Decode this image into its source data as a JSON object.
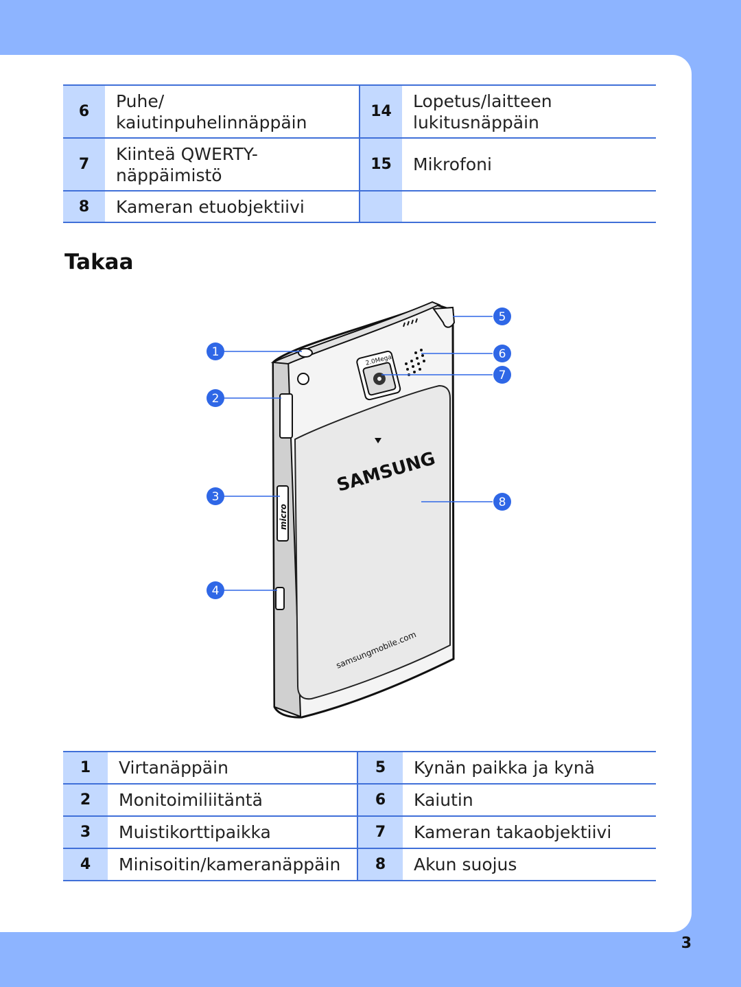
{
  "top_table": {
    "rows": [
      {
        "left_num": "6",
        "left_lines": [
          "Puhe/",
          "kaiutinpuhelinnäppäin"
        ],
        "right_num": "14",
        "right_lines": [
          "Lopetus/laitteen",
          "lukitusnäppäin"
        ]
      },
      {
        "left_num": "7",
        "left_lines": [
          "Kiinteä QWERTY-",
          "näppäimistö"
        ],
        "right_num": "15",
        "right_lines": [
          "Mikrofoni"
        ]
      },
      {
        "left_num": "8",
        "left_lines": [
          "Kameran etuobjektiivi"
        ],
        "right_num": "",
        "right_lines": []
      }
    ]
  },
  "section_heading": "Takaa",
  "illustration": {
    "brand_logo": "SAMSUNG",
    "website": "samsungmobile.com",
    "camera_label": "2.0Mega",
    "card_label": "micro",
    "callouts": [
      "1",
      "2",
      "3",
      "4",
      "5",
      "6",
      "7",
      "8"
    ],
    "callout_color": "#2f67e6"
  },
  "bottom_table": {
    "rows": [
      {
        "left_num": "1",
        "left_label": "Virtanäppäin",
        "right_num": "5",
        "right_label": "Kynän paikka ja kynä"
      },
      {
        "left_num": "2",
        "left_label": "Monitoimiliitäntä",
        "right_num": "6",
        "right_label": "Kaiutin"
      },
      {
        "left_num": "3",
        "left_label": "Muistikorttipaikka",
        "right_num": "7",
        "right_label": "Kameran takaobjektiivi"
      },
      {
        "left_num": "4",
        "left_label": "Minisoitin/kameranäppäin",
        "right_num": "8",
        "right_label": "Akun suojus"
      }
    ]
  },
  "page_number": "3",
  "colors": {
    "background": "#8db4ff",
    "number_cell": "#c3d9ff",
    "rule": "#3f6fd8"
  }
}
